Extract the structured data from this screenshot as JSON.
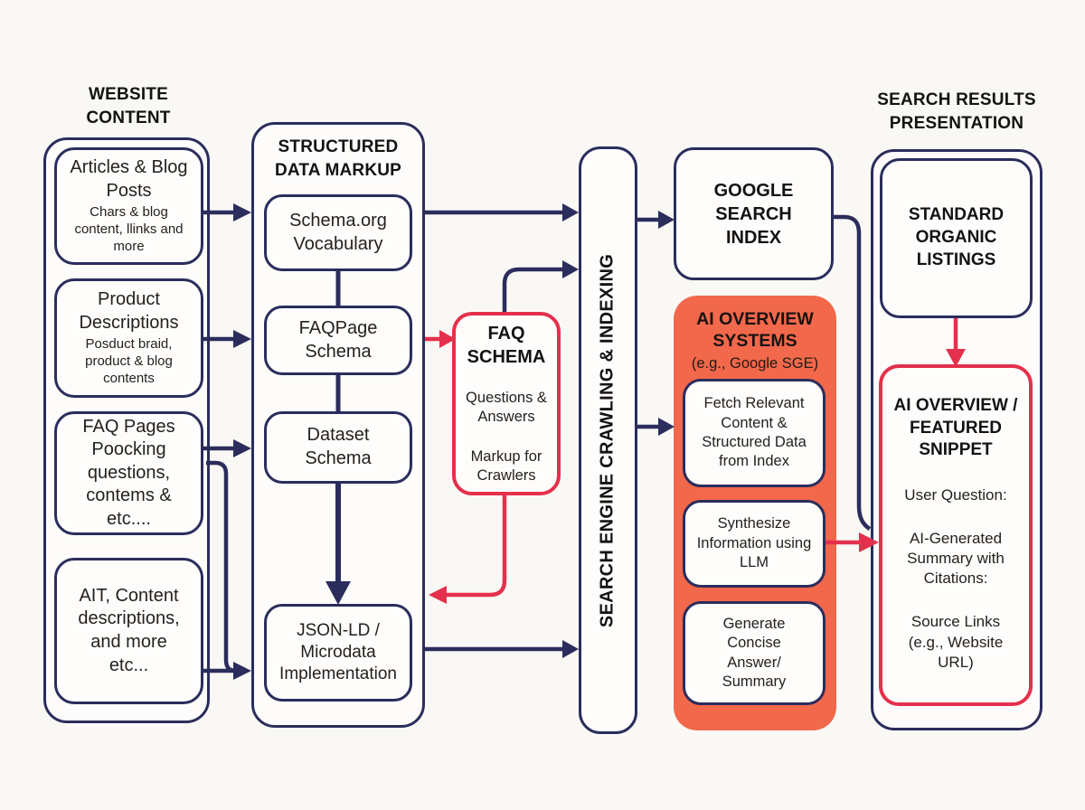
{
  "palette": {
    "navy": "#2B2D5C",
    "red": "#E4304C",
    "orange": "#F2684B",
    "background": "#FAF8F5"
  },
  "website_content": {
    "title": "WEBSITE CONTENT",
    "boxes": [
      {
        "title": "Articles & Blog Posts",
        "subtitle": "Chars & blog content, llinks and more"
      },
      {
        "title": "Product Descriptions",
        "subtitle": "Posduct braid, product & blog contents"
      },
      {
        "text": "FAQ Pages Poocking questions, contems & etc...."
      },
      {
        "text": "AIT, Content descriptions, and more etc..."
      }
    ]
  },
  "structured_data": {
    "title": "STRUCTURED DATA MARKUP",
    "boxes": [
      "Schema.org Vocabulary",
      "FAQPage Schema",
      "Dataset Schema",
      "JSON-LD / Microdata Implementation"
    ]
  },
  "faq_schema": {
    "title": "FAQ SCHEMA",
    "line1": "Questions & Answers",
    "line2": "Markup for Crawlers"
  },
  "crawling": {
    "title": "SEARCH ENGINE CRAWLING & INDEXING"
  },
  "google_index": {
    "title": "GOOGLE SEARCH INDEX"
  },
  "ai_overview": {
    "title": "AI OVERVIEW SYSTEMS",
    "subtitle": "(e.g., Google SGE)",
    "steps": [
      "Fetch Relevant Content & Structured Data from Index",
      "Synthesize Information using LLM",
      "Generate Concise Answer/ Summary"
    ]
  },
  "results": {
    "title": "SEARCH RESULTS PRESENTATION",
    "organic": "STANDARD ORGANIC LISTINGS",
    "snippet": {
      "title": "AI OVERVIEW / FEATURED SNIPPET",
      "line1": "User Question:",
      "line2": "AI-Generated Summary with Citations:",
      "line3": "Source Links (e.g., Website URL)"
    }
  }
}
